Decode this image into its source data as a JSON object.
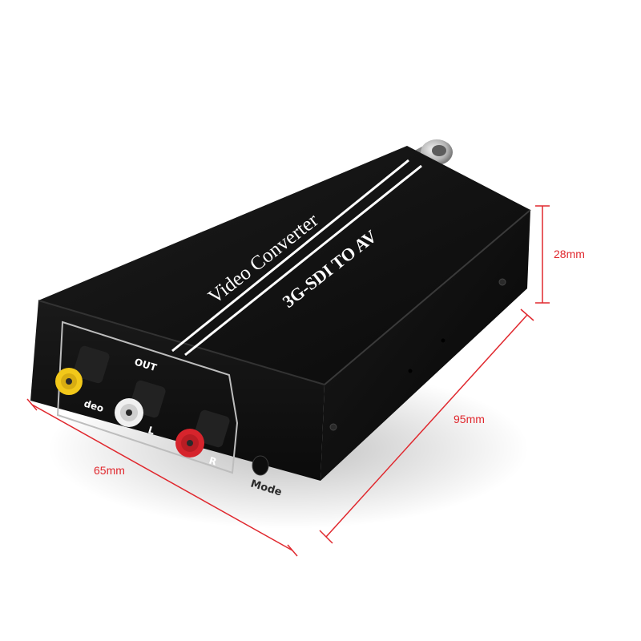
{
  "product": {
    "name": "Video Converter",
    "model": "3G-SDI TO AV",
    "body_color": "#141414",
    "accent_color": "#ffffff"
  },
  "panel": {
    "out_label": "OUT",
    "video_label": "deo",
    "left_label": "L",
    "right_label": "R",
    "mode_label": "Mode"
  },
  "connectors": [
    {
      "name": "video",
      "color": "#f2c81a"
    },
    {
      "name": "audio-left",
      "color": "#f0f0f0"
    },
    {
      "name": "audio-right",
      "color": "#d6242c"
    }
  ],
  "dimensions": {
    "width": "65mm",
    "length": "95mm",
    "height": "28mm",
    "line_color": "#e0282e"
  }
}
